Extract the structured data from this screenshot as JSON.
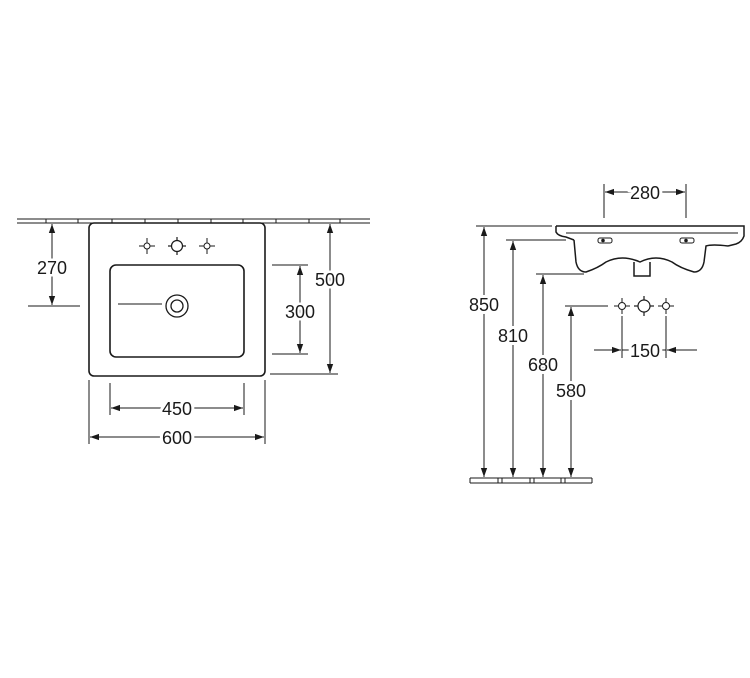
{
  "plan_view": {
    "depth_to_bowl": "270",
    "total_depth": "500",
    "bowl_depth": "300",
    "bowl_width": "450",
    "total_width": "600"
  },
  "side_view": {
    "tap_hole_spacing": "280",
    "height_top": "850",
    "height_rim": "810",
    "height_siphon": "680",
    "height_outlet": "580",
    "waste_spacing": "150"
  }
}
